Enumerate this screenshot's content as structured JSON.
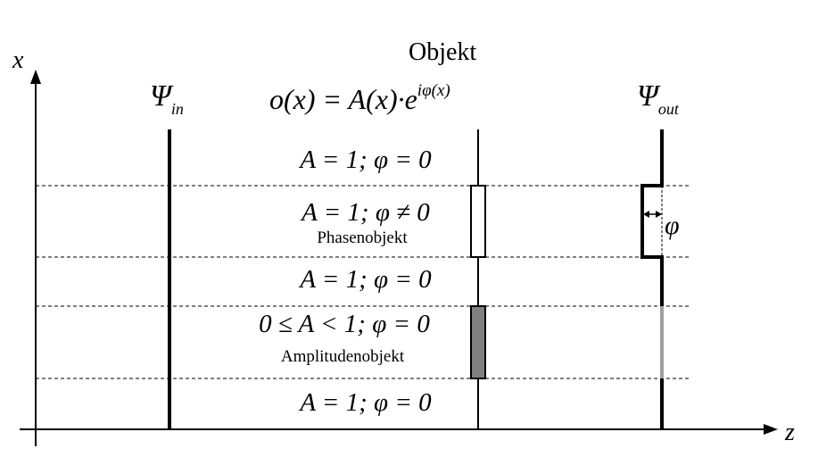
{
  "axes": {
    "x_label": "x",
    "z_label": "z"
  },
  "object": {
    "title": "Objekt",
    "formula": {
      "lhs": "o(x) = A(x)·e",
      "exponent": "iφ(x)"
    }
  },
  "psi_in": {
    "symbol": "Ψ",
    "subscript": "in"
  },
  "psi_out": {
    "symbol": "Ψ",
    "subscript": "out"
  },
  "regions": [
    {
      "condition": "A = 1;  φ = 0",
      "caption": ""
    },
    {
      "condition": "A = 1;  φ ≠ 0",
      "caption": "Phasenobjekt"
    },
    {
      "condition": "A = 1;  φ = 0",
      "caption": ""
    },
    {
      "condition": "0 ≤ A < 1;  φ = 0",
      "caption": "Amplitudenobjekt"
    },
    {
      "condition": "A = 1;  φ = 0",
      "caption": ""
    }
  ],
  "phase_marker": "φ",
  "colors": {
    "line": "#000000",
    "amplitude_fill": "#808080",
    "attenuated_wave": "#a0a0a0"
  }
}
